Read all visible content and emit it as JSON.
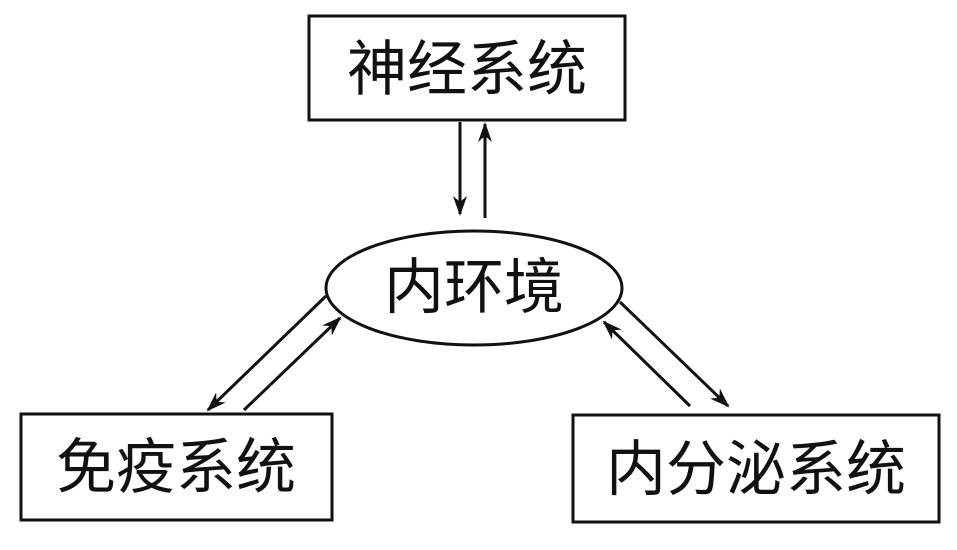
{
  "diagram": {
    "nodes": {
      "nervous": "神经系统",
      "center": "内环境",
      "immune": "免疫系统",
      "endocrine": "内分泌系统"
    },
    "edges": [
      {
        "from": "nervous",
        "to": "center"
      },
      {
        "from": "center",
        "to": "nervous"
      },
      {
        "from": "center",
        "to": "immune"
      },
      {
        "from": "immune",
        "to": "center"
      },
      {
        "from": "center",
        "to": "endocrine"
      },
      {
        "from": "endocrine",
        "to": "center"
      }
    ],
    "colors": {
      "line": "#111111",
      "background": "#ffffff"
    }
  }
}
